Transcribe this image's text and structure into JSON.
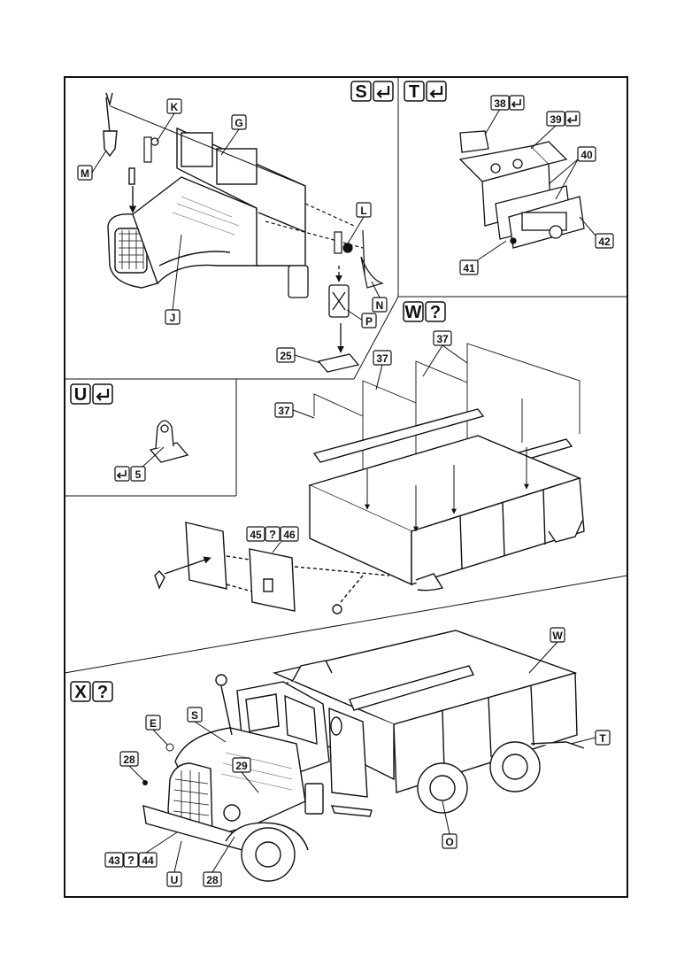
{
  "steps": {
    "S": {
      "letter": "S",
      "icon": "return-arrow-icon"
    },
    "T": {
      "letter": "T",
      "icon": "return-arrow-icon"
    },
    "U": {
      "letter": "U",
      "icon": "return-arrow-icon"
    },
    "W": {
      "letter": "W",
      "icon": "question-mark-icon",
      "qmark": "?"
    },
    "X": {
      "letter": "X",
      "icon": "question-mark-icon",
      "qmark": "?"
    }
  },
  "callouts": {
    "K": "K",
    "G": "G",
    "M": "M",
    "L": "L",
    "J": "J",
    "N": "N",
    "P": "P",
    "p25": "25",
    "p38": "38",
    "p39": "39",
    "p40": "40",
    "p41": "41",
    "p42": "42",
    "p5": "5",
    "p37a": "37",
    "p37b": "37",
    "p37c": "37",
    "p45": "45",
    "q45": "?",
    "p46": "46",
    "W2": "W",
    "E": "E",
    "S2": "S",
    "T2": "T",
    "p28a": "28",
    "p29": "29",
    "O": "O",
    "p43": "43",
    "q43": "?",
    "p44": "44",
    "U2": "U",
    "p28b": "28"
  },
  "colors": {
    "ink": "#111111",
    "paper": "#ffffff",
    "shade": "#9a9a9a"
  }
}
